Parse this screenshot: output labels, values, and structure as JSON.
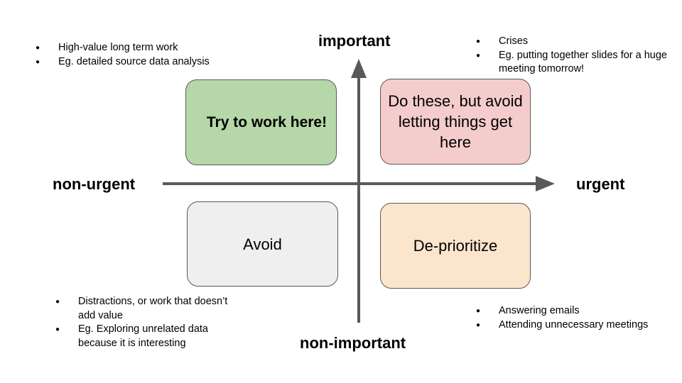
{
  "axes": {
    "top": "important",
    "bottom": "non-important",
    "left": "non-urgent",
    "right": "urgent",
    "color": "#595959"
  },
  "quadrants": {
    "important_non_urgent": {
      "text": "Try to work here!",
      "color": "#b6d7a8"
    },
    "important_urgent": {
      "text": "Do these, but avoid letting things get here",
      "color": "#f4cccc"
    },
    "non_important_non_urgent": {
      "text": "Avoid",
      "color": "#efefef"
    },
    "non_important_urgent": {
      "text": "De-prioritize",
      "color": "#fce5cd"
    }
  },
  "notes": {
    "important_non_urgent": [
      "High-value long term work",
      "Eg. detailed source data analysis"
    ],
    "important_urgent": [
      "Crises",
      "Eg. putting together slides for a huge meeting tomorrow!"
    ],
    "non_important_non_urgent": [
      "Distractions, or work that doesn’t add value",
      "Eg. Exploring unrelated data because it is interesting"
    ],
    "non_important_urgent": [
      "Answering emails",
      "Attending unnecessary meetings"
    ]
  }
}
